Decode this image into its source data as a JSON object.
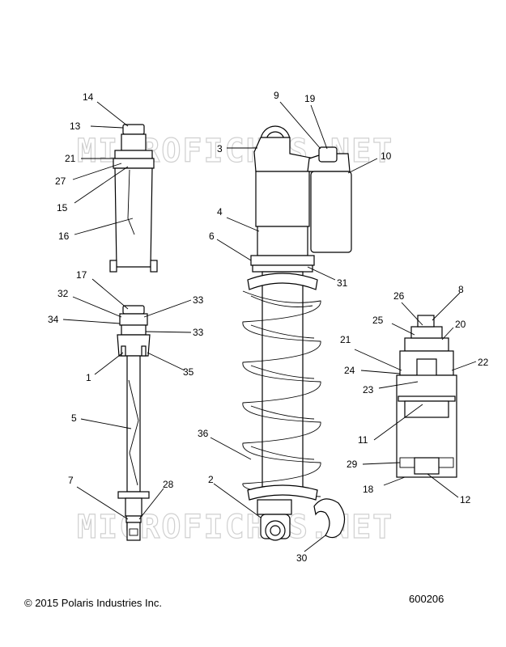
{
  "watermark": "MICROFICHES.NET",
  "copyright": "© 2015 Polaris Industries Inc.",
  "diagram_id": "600206",
  "callouts": [
    "14",
    "13",
    "21",
    "27",
    "15",
    "16",
    "17",
    "32",
    "34",
    "1",
    "5",
    "7",
    "28",
    "33",
    "33",
    "35",
    "9",
    "19",
    "3",
    "10",
    "4",
    "6",
    "31",
    "36",
    "2",
    "30",
    "26",
    "8",
    "25",
    "20",
    "21",
    "22",
    "24",
    "23",
    "11",
    "29",
    "18",
    "12"
  ]
}
